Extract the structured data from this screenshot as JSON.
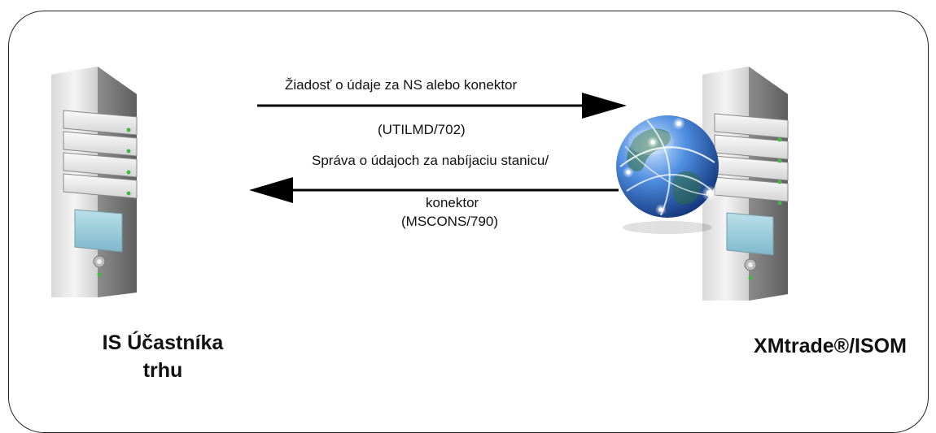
{
  "request": {
    "title": "Žiadosť o údaje za NS alebo konektor",
    "code": "(UTILMD/702)"
  },
  "response": {
    "title": "Správa o údajoch za nabíjaciu stanicu/",
    "line2": "konektor",
    "code": "(MSCONS/790)"
  },
  "left_node": {
    "line1": "IS Účastníka",
    "line2": "trhu",
    "icon": "server-icon"
  },
  "right_node": {
    "line1": "XMtrade®/ISOM",
    "icon": "server-icon",
    "overlay_icon": "globe-icon"
  },
  "colors": {
    "frame": "#222222",
    "arrow": "#000000",
    "led": "#3dbb3d",
    "screen": "#8fc8d8",
    "globe": "#2a5fb8"
  }
}
